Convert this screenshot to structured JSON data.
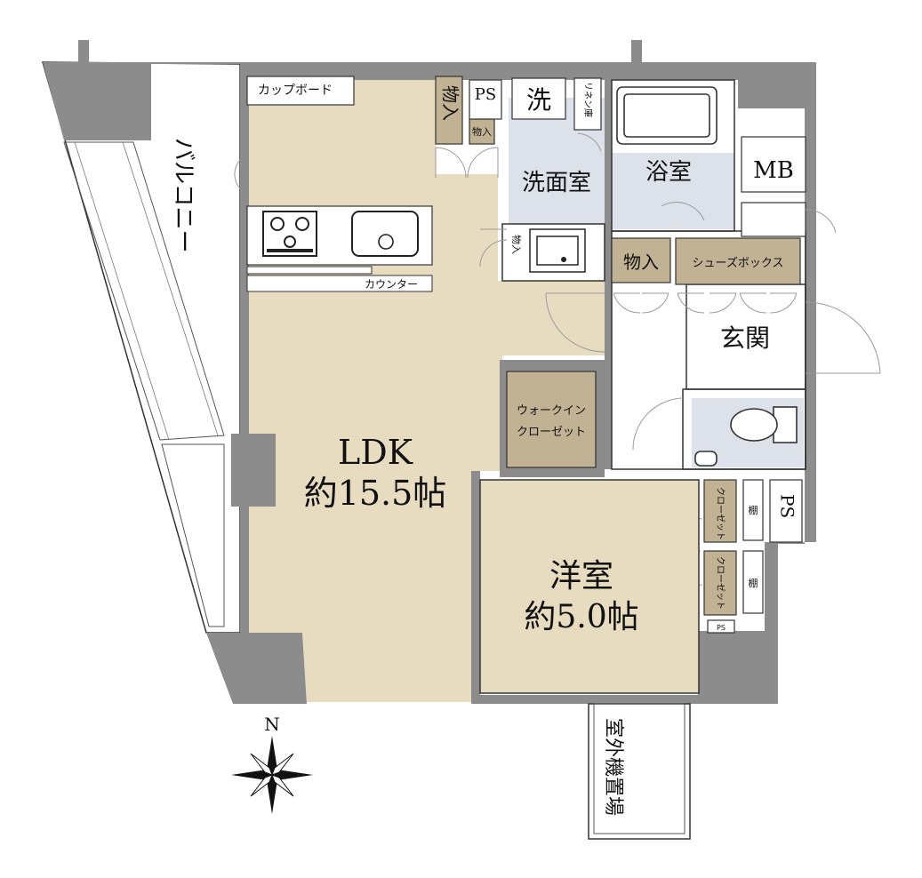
{
  "colors": {
    "ldk_floor": "#e7dcc0",
    "wet_floor": "#dde1ea",
    "storage": "#c2b294",
    "wall": "#8c8c8c",
    "outline": "#333333"
  },
  "rooms": {
    "ldk_name": "LDK",
    "ldk_size": "約15.5帖",
    "bedroom_name": "洋室",
    "bedroom_size": "約5.0帖",
    "washroom": "洗面室",
    "bath": "浴室",
    "entrance": "玄関",
    "balcony": "バルコニー",
    "ac_space": "室外機置場"
  },
  "storage": {
    "cupboard": "カップボード",
    "counter": "カウンター",
    "closet_top": "物入",
    "closet_small": "物入",
    "closet_side": "物入",
    "closet_entry": "物入",
    "shoes_box": "シューズボックス",
    "walkin": [
      "ウォークイン",
      "クローゼット"
    ],
    "closet_1": "クローゼット",
    "closet_2": "クローゼット",
    "shelf_1": "棚",
    "shelf_2": "棚",
    "linen": "リネン庫",
    "washer": "洗",
    "ps_top": "PS",
    "ps_right": "PS",
    "ps_small": "PS",
    "mb": "MB"
  },
  "compass": {
    "north": "N"
  }
}
